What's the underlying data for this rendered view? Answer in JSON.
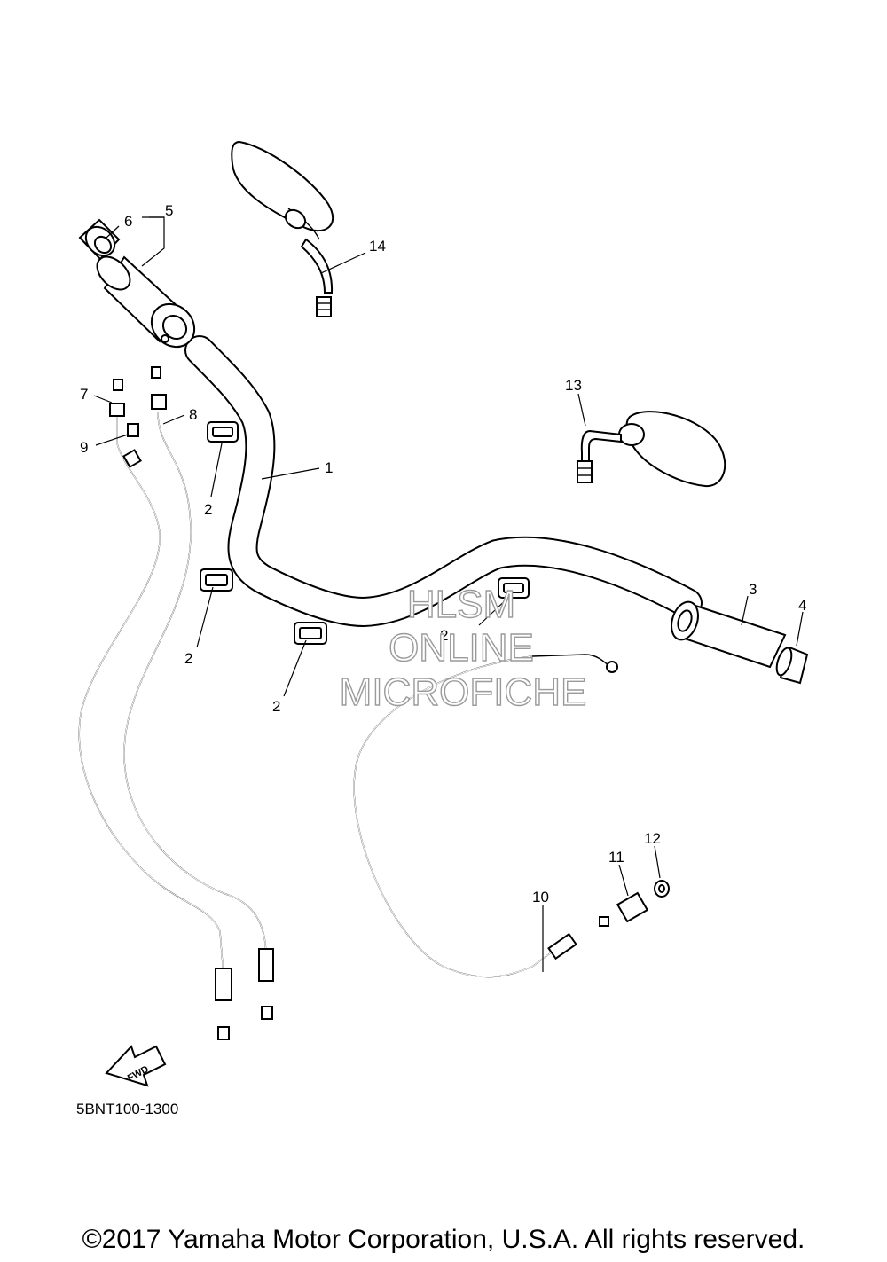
{
  "callouts": {
    "c1": "1",
    "c2a": "2",
    "c2b": "2",
    "c2c": "2",
    "c2d": "2",
    "c3": "3",
    "c4": "4",
    "c5": "5",
    "c6": "6",
    "c7": "7",
    "c8": "8",
    "c9": "9",
    "c10": "10",
    "c11": "11",
    "c12": "12",
    "c13": "13",
    "c14": "14"
  },
  "fwd_label": "FWD",
  "watermark": {
    "line1": "HLSM",
    "line2": "ONLINE",
    "line3": "MICROFICHE"
  },
  "diagram_code": "5BNT100-1300",
  "copyright": "©2017 Yamaha Motor Corporation, U.S.A. All rights reserved."
}
